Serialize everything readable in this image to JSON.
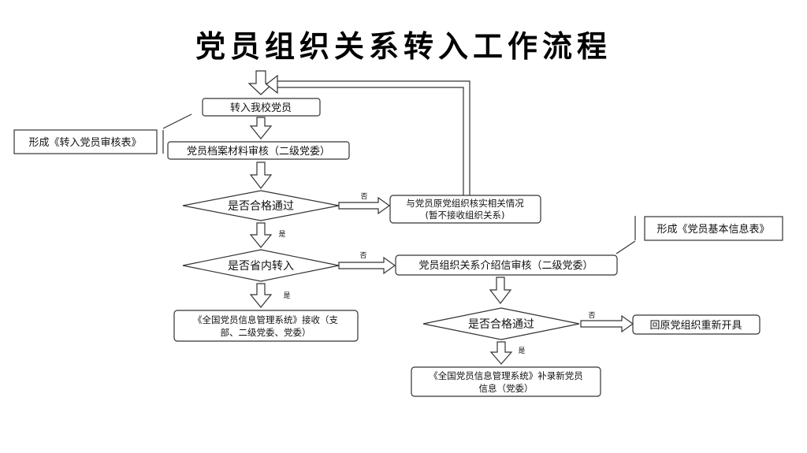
{
  "title": "党员组织关系转入工作流程",
  "nodes": {
    "n1": "转入我校党员",
    "n2": "党员档案材料审核（二级党委）",
    "d1": "是否合格通过",
    "r1_line1": "与党员原党组织核实相关情况",
    "r1_line2": "(暂不接收组织关系)",
    "d2": "是否省内转入",
    "n3_line1": "《全国党员信息管理系统》接收（支",
    "n3_line2": "部、二级党委、党委）",
    "r2": "党员组织关系介绍信审核（二级党委）",
    "d3": "是否合格通过",
    "r3": "回原党组织重新开具",
    "n4_line1": "《全国党员信息管理系统》补录新党员",
    "n4_line2": "信息（党委）"
  },
  "notes": {
    "form1": "形成《转入党员审核表》",
    "form2": "形成《党员基本信息表》"
  },
  "edges": {
    "no": "否",
    "yes": "是"
  }
}
